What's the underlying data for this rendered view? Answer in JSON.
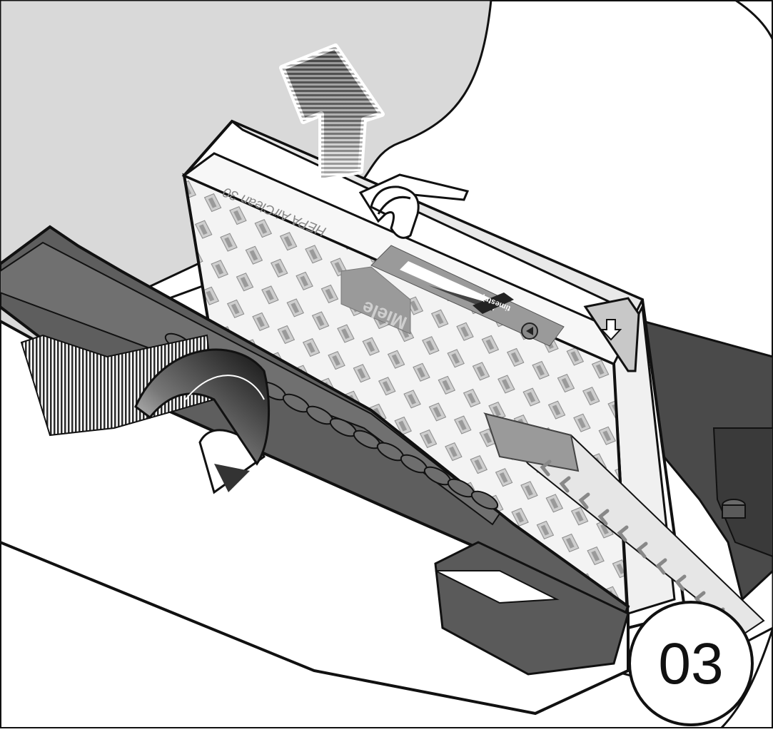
{
  "figure": {
    "step_number": "03",
    "filter_label": "HEPA AirClean 30",
    "brand_logo": "Miele",
    "indicator_brand": "timestrip",
    "colors": {
      "ink": "#111111",
      "background": "#ffffff",
      "light_gray": "#d9d9d9",
      "mid_gray": "#9a9a9a",
      "dark_gray": "#5e5e5e",
      "darker_gray": "#4a4a4a"
    }
  }
}
